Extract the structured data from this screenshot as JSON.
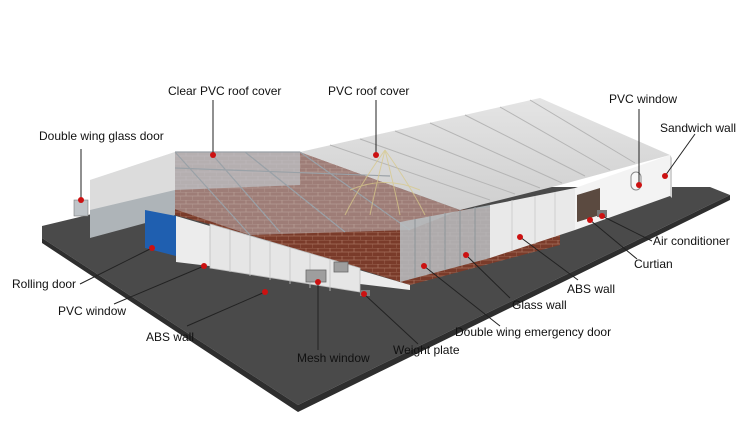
{
  "accent_color": "#cc1111",
  "labels": {
    "double_wing_glass_door": "Double wing glass door",
    "clear_pvc_roof_cover": "Clear PVC roof cover",
    "pvc_roof_cover": "PVC roof cover",
    "pvc_window_top": "PVC window",
    "sandwich_wall": "Sandwich wall",
    "air_conditioner": "Air conditioner",
    "curtian": "Curtian",
    "abs_wall_right": "ABS wall",
    "glass_wall": "Glass wall",
    "double_wing_emergency_door": "Double wing emergency door",
    "weight_plate": "Weight plate",
    "mesh_window": "Mesh window",
    "abs_wall_left": "ABS wall",
    "pvc_window_left": "PVC window",
    "rolling_door": "Rolling door"
  }
}
